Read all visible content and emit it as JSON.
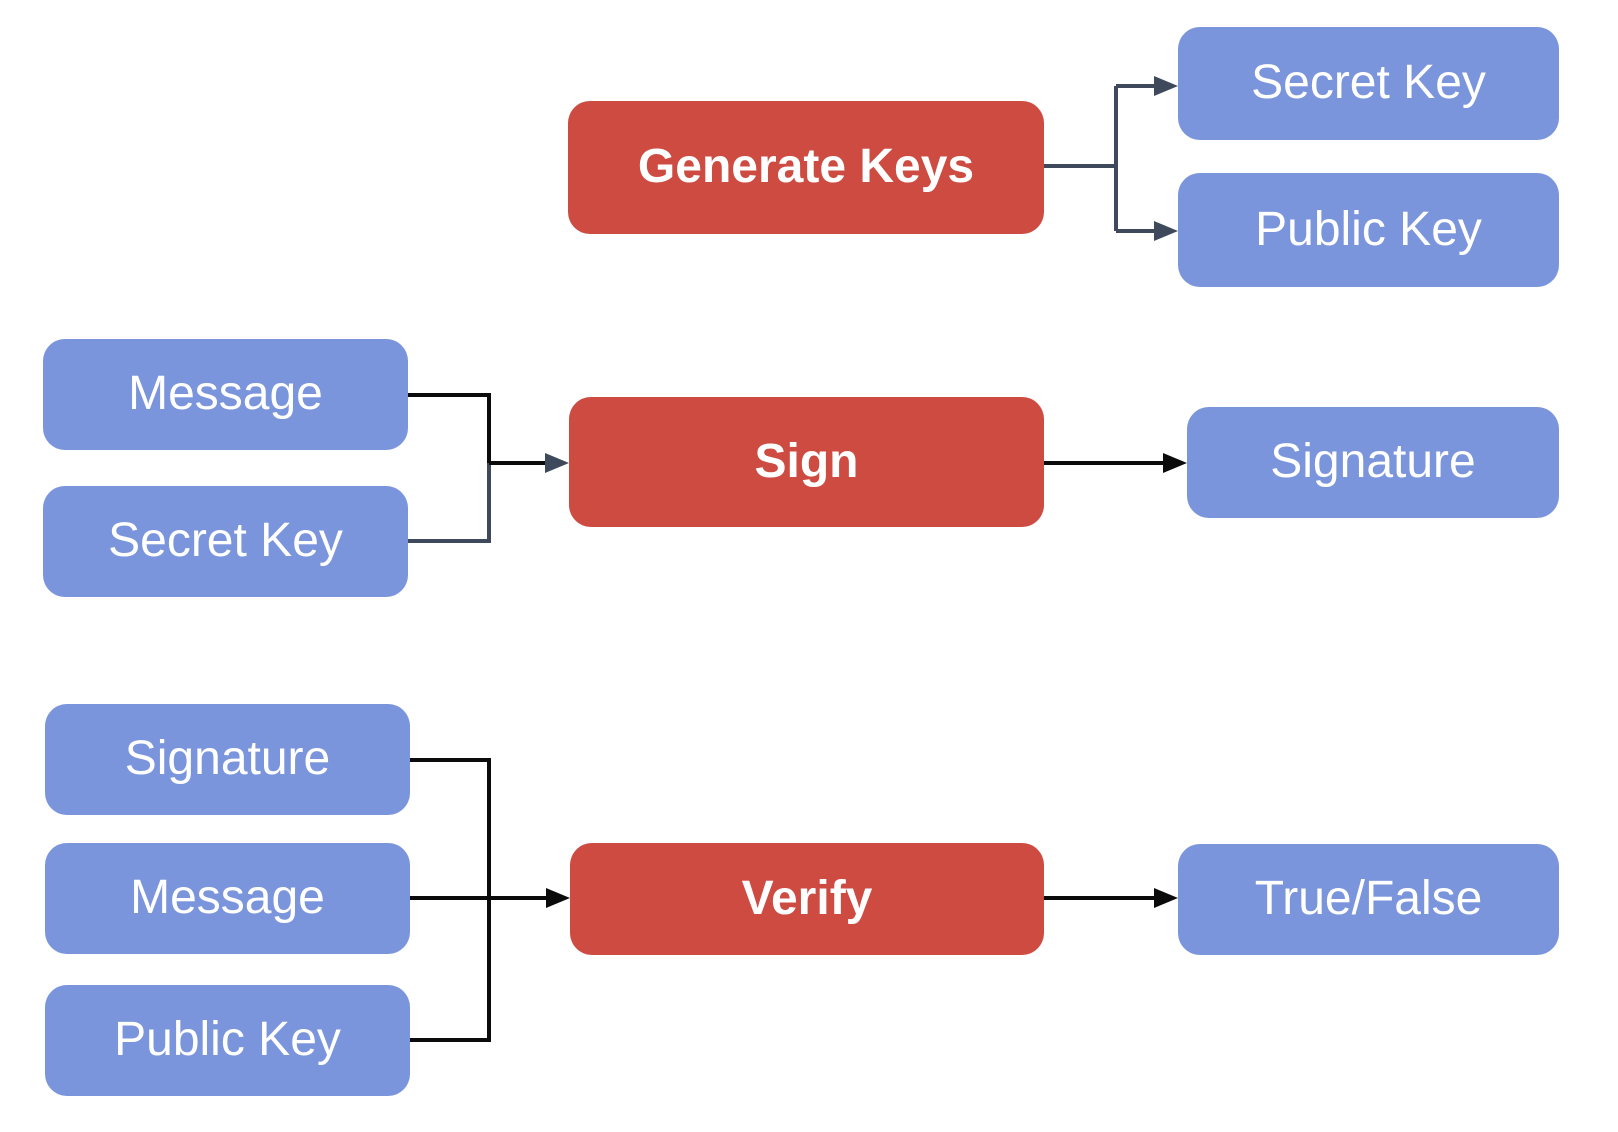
{
  "theme": {
    "process_fill": "#CD4B41",
    "data_fill": "#7B95DC",
    "connector_dark": "#3E4A5C",
    "connector_black": "#0B0B0B",
    "label_color": "#FFFFFF",
    "background": "#FFFFFF"
  },
  "nodes": {
    "generate_keys": {
      "label": "Generate Keys",
      "kind": "process"
    },
    "secret_key_gen": {
      "label": "Secret Key",
      "kind": "data"
    },
    "public_key_gen": {
      "label": "Public Key",
      "kind": "data"
    },
    "message_sign": {
      "label": "Message",
      "kind": "data"
    },
    "secret_key_sign": {
      "label": "Secret Key",
      "kind": "data"
    },
    "sign": {
      "label": "Sign",
      "kind": "process"
    },
    "signature_sign": {
      "label": "Signature",
      "kind": "data"
    },
    "signature_verify": {
      "label": "Signature",
      "kind": "data"
    },
    "message_verify": {
      "label": "Message",
      "kind": "data"
    },
    "public_key_verify": {
      "label": "Public Key",
      "kind": "data"
    },
    "verify": {
      "label": "Verify",
      "kind": "process"
    },
    "true_false": {
      "label": "True/False",
      "kind": "data"
    }
  },
  "edges": [
    {
      "from": "generate_keys",
      "to": "secret_key_gen"
    },
    {
      "from": "generate_keys",
      "to": "public_key_gen"
    },
    {
      "from": "message_sign",
      "to": "sign"
    },
    {
      "from": "secret_key_sign",
      "to": "sign"
    },
    {
      "from": "sign",
      "to": "signature_sign"
    },
    {
      "from": "signature_verify",
      "to": "verify"
    },
    {
      "from": "message_verify",
      "to": "verify"
    },
    {
      "from": "public_key_verify",
      "to": "verify"
    },
    {
      "from": "verify",
      "to": "true_false"
    }
  ]
}
